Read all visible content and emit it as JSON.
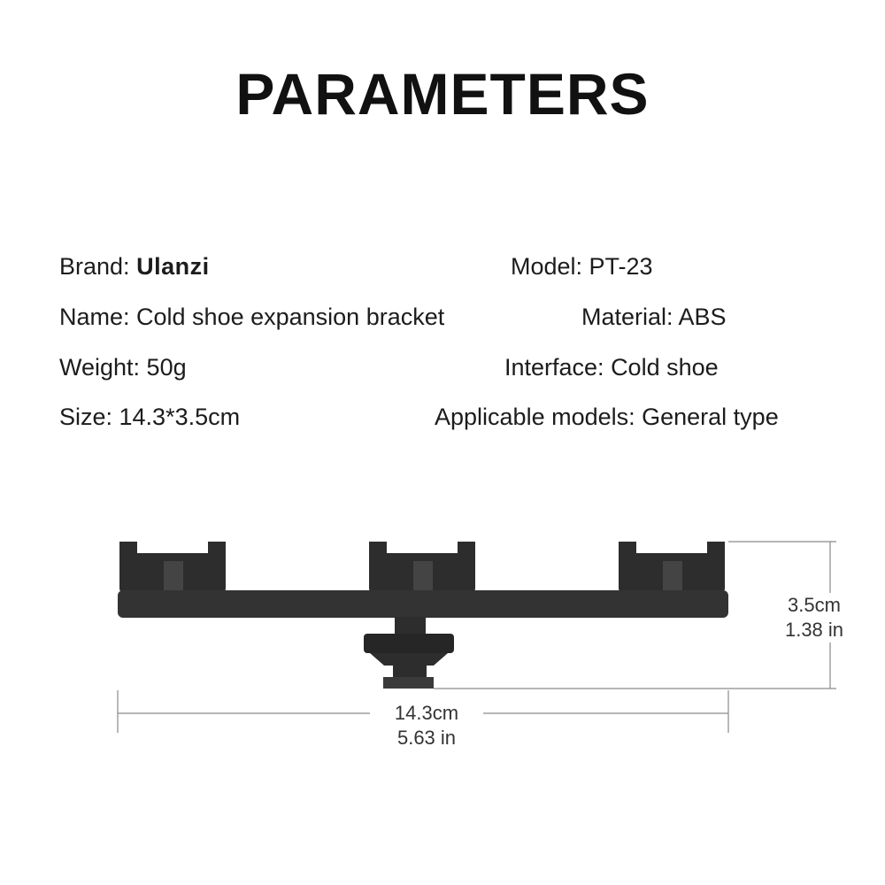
{
  "title": "PARAMETERS",
  "specs": {
    "brand_label": "Brand:",
    "brand_value": "Ulanzi",
    "model": "Model: PT-23",
    "name": "Name:  Cold shoe expansion bracket",
    "material": "Material: ABS",
    "weight": "Weight: 50g",
    "interface": "Interface: Cold shoe",
    "size": "Size: 14.3*3.5cm",
    "applicable": "Applicable models: General type"
  },
  "dimensions": {
    "height_cm": "3.5cm",
    "height_in": "1.38 in",
    "width_cm": "14.3cm",
    "width_in": "5.63 in"
  },
  "colors": {
    "product": "#2b2b2b",
    "lines": "#888888"
  }
}
